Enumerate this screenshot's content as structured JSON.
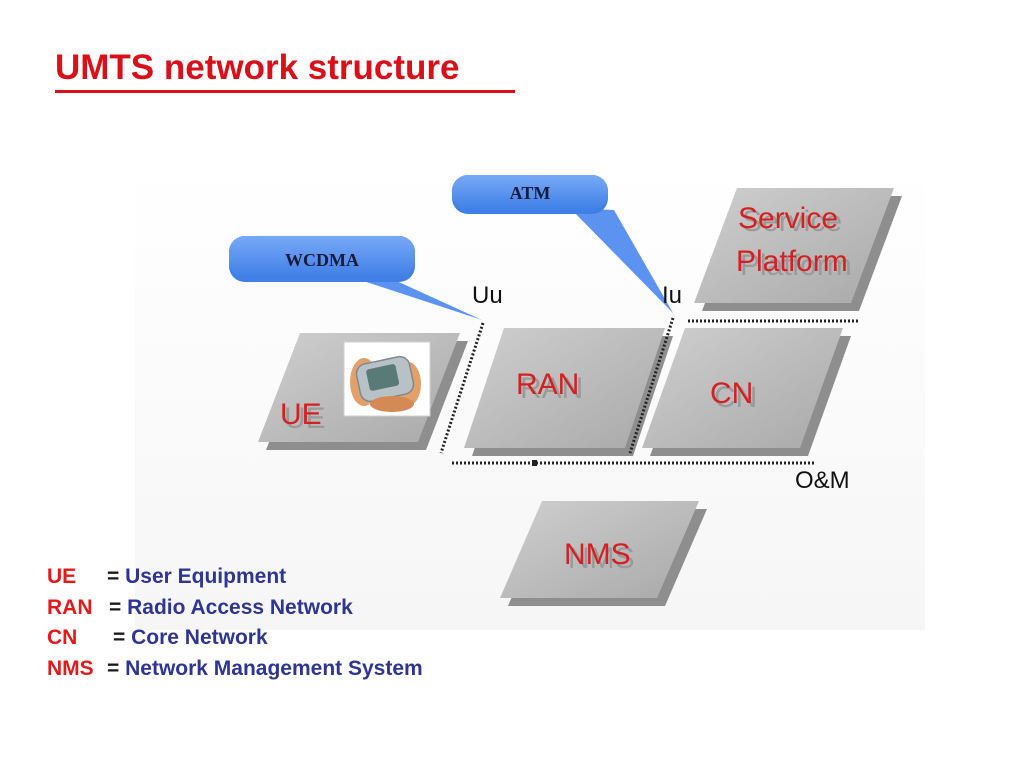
{
  "title": "UMTS network structure",
  "diagram": {
    "callouts": {
      "wcdma": "WCDMA",
      "atm": "ATM"
    },
    "interfaces": {
      "uu": "Uu",
      "iu": "Iu",
      "om": "O&M"
    },
    "blocks": {
      "ue": "UE",
      "ran": "RAN",
      "cn": "CN",
      "nms": "NMS",
      "service_line1": "Service",
      "service_line2": "Platform"
    }
  },
  "legend": [
    {
      "abbr": "UE",
      "eq": "=",
      "full": "User Equipment"
    },
    {
      "abbr": "RAN",
      "eq": "=",
      "full": "Radio Access Network"
    },
    {
      "abbr": "CN",
      "eq": "=",
      "full": "Core Network"
    },
    {
      "abbr": "NMS",
      "eq": "=",
      "full": "Network Management System"
    }
  ],
  "colors": {
    "title": "#d9101a",
    "block_fill": "#bdbdbd",
    "block_label": "#d42020",
    "callout_fill": "#5d93f0",
    "legend_abbr": "#e31a1c",
    "legend_full": "#2f3592"
  }
}
